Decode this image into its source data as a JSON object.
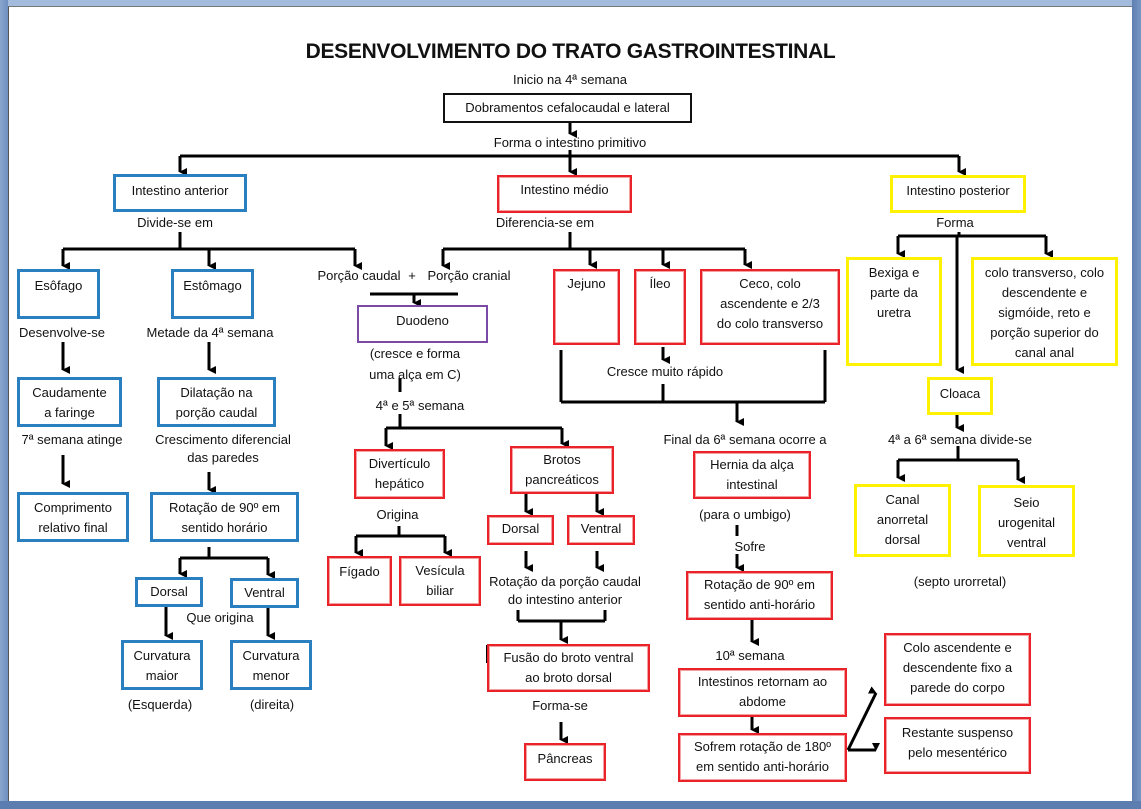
{
  "title": "DESENVOLVIMENTO DO TRATO GASTROINTESTINAL",
  "start": {
    "label_top": "Inicio na 4ª semana",
    "box": "Dobramentos cefalocaudal e lateral",
    "label_bottom": "Forma o intestino primitivo"
  },
  "colors": {
    "anterior": "#2a7fc0",
    "medio": "#e8242a",
    "posterior": "#fff200",
    "duodeno": "#7a4aa6"
  },
  "anterior": {
    "box": "Intestino anterior",
    "label": "Divide-se em",
    "esofago": {
      "box": "Esôfago",
      "label1": "Desenvolve-se",
      "box2": [
        "Caudamente",
        "a faringe"
      ],
      "label2": "7ª semana atinge",
      "box3": [
        "Comprimento",
        "relativo final"
      ]
    },
    "estomago": {
      "box": "Estômago",
      "label1": "Metade da 4ª semana",
      "box2": [
        "Dilatação na",
        "porção caudal"
      ],
      "label2": [
        "Crescimento diferencial",
        "das paredes"
      ],
      "box3": [
        "Rotação de 90º em",
        "sentido horário"
      ],
      "dorsal": "Dorsal",
      "ventral": "Ventral",
      "label3": "Que origina",
      "curv_maior": [
        "Curvatura",
        "maior"
      ],
      "curv_menor": [
        "Curvatura",
        "menor"
      ],
      "esquerda": "(Esquerda)",
      "direita": "(direita)"
    }
  },
  "duodeno": {
    "caudal": "Porção caudal",
    "plus": "+",
    "cranial": "Porção cranial",
    "box": "Duodeno",
    "note": [
      "(cresce e forma",
      "uma alça em C)"
    ],
    "semana": "4ª e 5ª semana",
    "diverticulo": [
      "Divertículo",
      "hepático"
    ],
    "origina": "Origina",
    "figado": "Fígado",
    "vesicula": [
      "Vesícula",
      "biliar"
    ],
    "brotos": [
      "Brotos",
      "pancreáticos"
    ],
    "dorsal": "Dorsal",
    "ventral": "Ventral",
    "rotacao": [
      "Rotação da porção caudal",
      "do intestino anterior"
    ],
    "fusao": [
      "Fusão do broto ventral",
      "ao broto dorsal"
    ],
    "formase": "Forma-se",
    "pancreas": "Pâncreas"
  },
  "medio": {
    "box": "Intestino médio",
    "label": "Diferencia-se em",
    "jejuno": "Jejuno",
    "ileo": "Íleo",
    "ceco": [
      "Ceco, colo",
      "ascendente e 2/3",
      "do colo transverso"
    ],
    "cresce": "Cresce muito rápido",
    "final": "Final da 6ª semana ocorre a",
    "hernia": [
      "Hernia da alça",
      "intestinal"
    ],
    "umbigo": "(para o umbigo)",
    "sofre": "Sofre",
    "rot90": [
      "Rotação de 90º em",
      "sentido anti-horário"
    ],
    "semana10": "10ª semana",
    "retornam": [
      "Intestinos retornam ao",
      "abdome"
    ],
    "rot180": [
      "Sofrem rotação de 180º",
      "em sentido anti-horário"
    ],
    "fixo": [
      "Colo ascendente e",
      "descendente fixo a",
      "parede do corpo"
    ],
    "suspenso": [
      "Restante suspenso",
      "pelo mesentérico"
    ]
  },
  "posterior": {
    "box": "Intestino posterior",
    "label": "Forma",
    "bexiga": [
      "Bexiga e",
      "parte da",
      "uretra"
    ],
    "colo": [
      "colo transverso, colo",
      "descendente e",
      "sigmóide, reto e",
      "porção superior do",
      "canal anal"
    ],
    "cloaca": "Cloaca",
    "divide": "4ª a 6ª semana divide-se",
    "canal": [
      "Canal",
      "anorretal",
      "dorsal"
    ],
    "seio": [
      "Seio",
      "urogenital",
      "ventral"
    ],
    "septo": "(septo urorretal)"
  }
}
